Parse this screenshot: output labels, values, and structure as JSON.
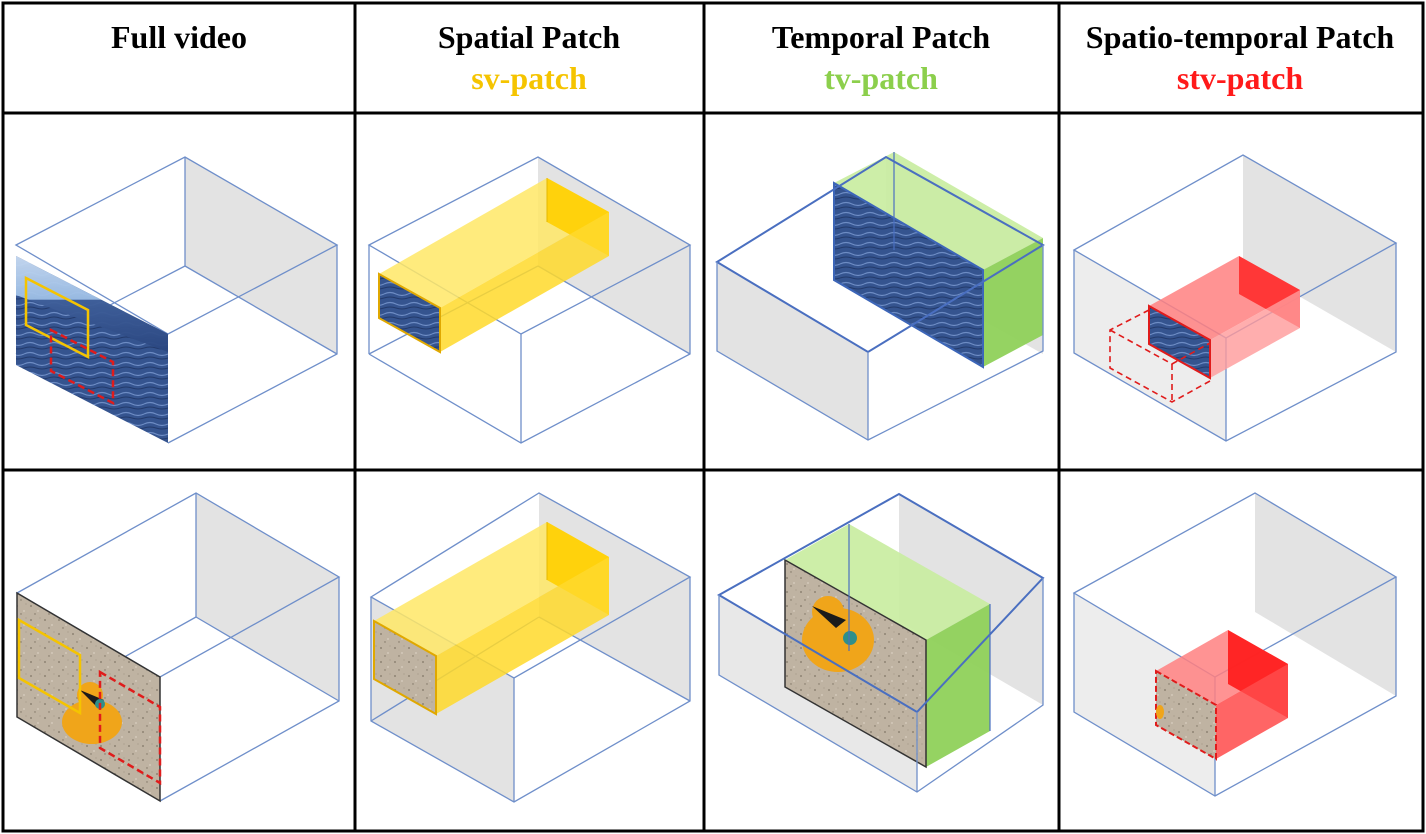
{
  "columns": [
    {
      "title": "Full video",
      "subtitle": ""
    },
    {
      "title": "Spatial Patch",
      "subtitle": "sv-patch",
      "subtitle_color": "#f5c400"
    },
    {
      "title": "Temporal Patch",
      "subtitle": "tv-patch",
      "subtitle_color": "#8ccf4c"
    },
    {
      "title": "Spatio-temporal Patch",
      "subtitle": "stv-patch",
      "subtitle_color": "#ff1a1a"
    }
  ],
  "rows": [
    {
      "scene": "ocean-scene"
    },
    {
      "scene": "duck-on-sand-scene"
    }
  ],
  "colors": {
    "grid": "#000000",
    "box_edge": "#6f8fca",
    "box_fill": "#e3e3e3",
    "spatial_patch": "#ffdc2e",
    "temporal_patch": "#9edb66",
    "spatiotemporal_patch": "#ff3b3b",
    "marker_spatial": "#f5c400",
    "marker_spatiotemporal": "#e01b1b"
  }
}
